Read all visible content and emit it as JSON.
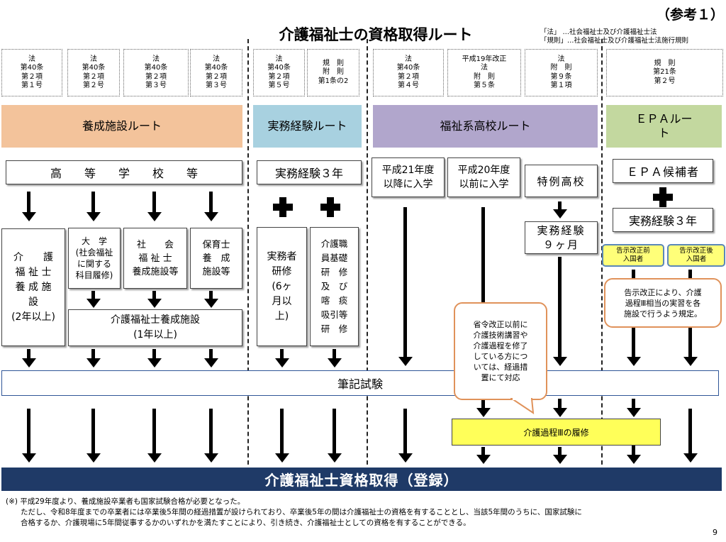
{
  "reference_label": "（参考１）",
  "page_title": "介護福祉士の資格取得ルート",
  "legend": "「法」 …社会福祉士及び介護福祉士法\n「規則」…社会福祉士及び介護福祉士法施行規則",
  "law_refs": [
    "法\n第40条\n第２項\n第１号",
    "法\n第40条\n第２項\n第２号",
    "法\n第40条\n第２項\n第３号",
    "法\n第40条\n第２項\n第３号",
    "法\n第40条\n第２項\n第５号",
    "規　則\n附　則\n第1条の2",
    "法\n第40条\n第２項\n第４号",
    "平成19年改正\n法\n附　則\n第５条",
    "法\n附　則\n第９条\n第１項",
    "規　則\n第21条\n第２号"
  ],
  "routes": {
    "training": "養成施設ルート",
    "practical": "実務経験ルート",
    "welfare_hs": "福祉系高校ルート",
    "epa": "ＥＰＡルー\nト"
  },
  "boxes": {
    "high_school": "高　　等　　学　　校　　等",
    "practical_3y": "実務経験３年",
    "enrolled_after_h21": "平成21年度\n以降に入学",
    "enrolled_before_h20": "平成20年度\n以前に入学",
    "special_hs": "特例高校",
    "epa_candidate": "ＥＰＡ候補者",
    "epa_practical_3y": "実務経験３年",
    "special_practical_9m": "実務経験\n９ヶ月",
    "col1_facility": "介　　護\n福 祉 士\n養 成 施\n設\n(2年以上)",
    "col2_university": "大　学\n(社会福祉\nに関する\n科目履修)",
    "col3_social": "社　　会\n福 祉 士\n養成施設等",
    "col4_nursery": "保育士\n養　成\n施設等",
    "care_facility_1y": "介護福祉士養成施設\n(1年以上)",
    "practitioner_training": "実務者\n研修\n(6ヶ\n月以\n上)",
    "basic_training": "介護職\n員基礎\n研　修\n及　び\n喀　痰\n吸引等\n研　修"
  },
  "notices": {
    "before": "告示改正前\n入国者",
    "after": "告示改正後\n入国者"
  },
  "callouts": {
    "epa_note": "告示改正により、介護\n過程Ⅲ相当の実習を各\n施設で行うよう規定。",
    "transition_note": "省令改正以前に\n介護技術講習や\n介護過程を修了\nしている方につ\nいては、経過措\n置にて対応"
  },
  "written_exam": "筆記試験",
  "care_process_course": "介護過程Ⅲの履修",
  "final_result": "介護福祉士資格取得（登録）",
  "footnote": "(※) 平成29年度より、養成施設卒業者も国家試験合格が必要となった。\n　　ただし、令和8年度までの卒業者には卒業後5年間の経過措置が設けられており、卒業後5年の間は介護福祉士の資格を有することとし、当該5年間のうちに、国家試験に\n　　合格するか、介護現場に5年間従事するかのいずれかを満たすことにより、引き続き、介護福祉士としての資格を有することができる。",
  "page_number": "9"
}
